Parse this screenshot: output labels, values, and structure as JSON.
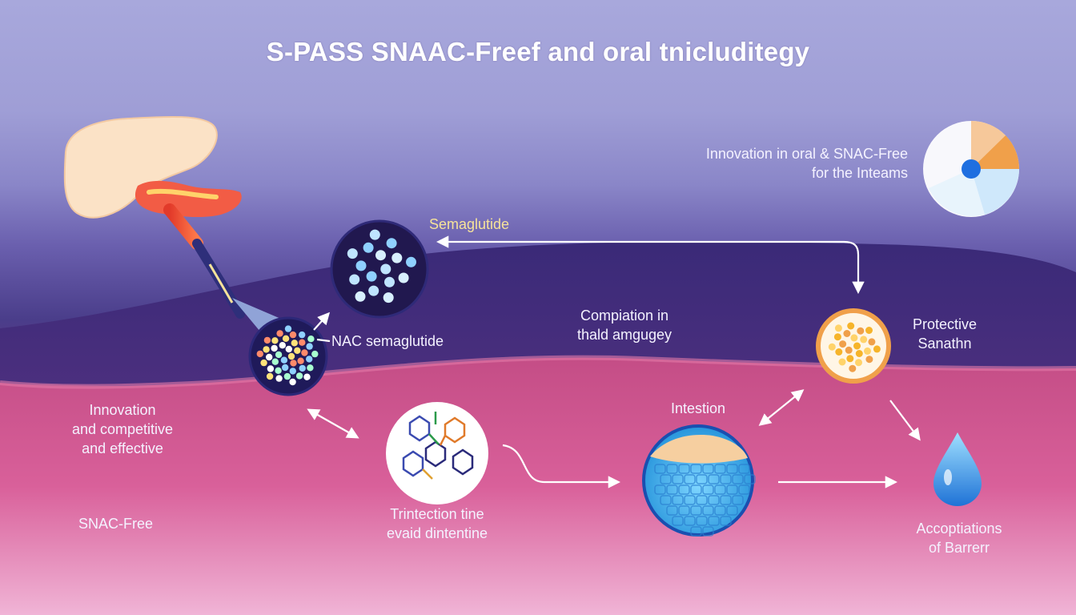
{
  "title": "S-PASS SNAAC-Freef and oral tnicluditegy",
  "labels": {
    "innovation_oral": [
      "Innovation in oral & SNAC-Free",
      "for the Inteams"
    ],
    "semaglutide": "Semaglutide",
    "nac_semaglutide": "NAC semaglutide",
    "compiation": [
      "Compiation in",
      "thald amgugey"
    ],
    "protective": [
      "Protective",
      "Sanathn"
    ],
    "innovation_competitive": [
      "Innovation",
      "and competitive",
      "and effective"
    ],
    "snac_free": "SNAC-Free",
    "intestion": "Intestion",
    "trintection": [
      "Trintection tine",
      "evaid dintentine"
    ],
    "acceptations": [
      "Accoptiations",
      "of Barrerr"
    ]
  },
  "colors": {
    "sky_top": "#a8a8dc",
    "band_dark": "#3e2f7c",
    "tissue_pink": "#d65c8c",
    "arrow_white": "#ffffff",
    "cell_blue": "#3fb3ee",
    "accent_orange": "#f0a04a",
    "droplet_blue": "#2a8fe6"
  },
  "icons": [
    "stomach-icon",
    "capsule-icon",
    "molecule-cluster-icon",
    "nac-molecule-icon",
    "pie-chart-icon",
    "protective-cell-icon",
    "chemical-structure-icon",
    "intestine-cell-icon",
    "water-droplet-icon"
  ]
}
